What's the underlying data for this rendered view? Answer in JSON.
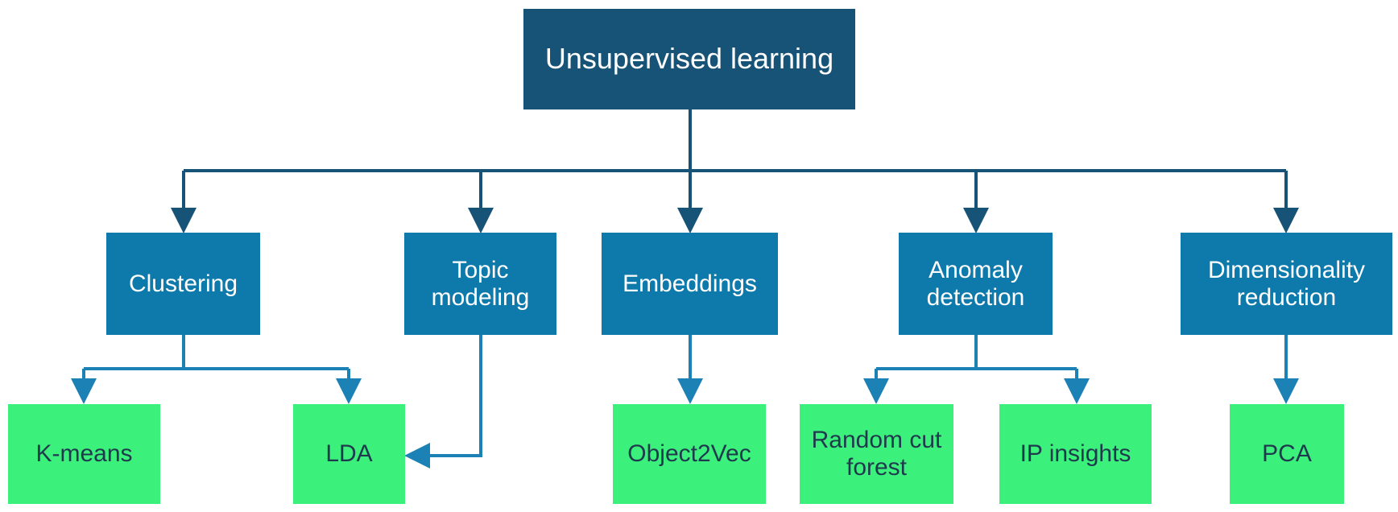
{
  "colors": {
    "root_fill": "#175377",
    "category_fill": "#0e7aab",
    "leaf_fill": "#3cf07c",
    "connector_dark": "#175377",
    "connector_light": "#1c82b5"
  },
  "root": {
    "label": "Unsupervised learning"
  },
  "categories": [
    {
      "label": "Clustering"
    },
    {
      "label": "Topic\nmodeling"
    },
    {
      "label": "Embeddings"
    },
    {
      "label": "Anomaly\ndetection"
    },
    {
      "label": "Dimensionality\nreduction"
    }
  ],
  "algorithms": [
    {
      "label": "K-means",
      "parent": "Clustering"
    },
    {
      "label": "LDA",
      "parent": "Clustering"
    },
    {
      "label": "Object2Vec",
      "parent": "Embeddings"
    },
    {
      "label": "Random cut\nforest",
      "parent": "Anomaly detection"
    },
    {
      "label": "IP insights",
      "parent": "Anomaly detection"
    },
    {
      "label": "PCA",
      "parent": "Dimensionality reduction"
    }
  ],
  "extra_links": [
    {
      "from": "Topic modeling",
      "to": "LDA"
    }
  ]
}
